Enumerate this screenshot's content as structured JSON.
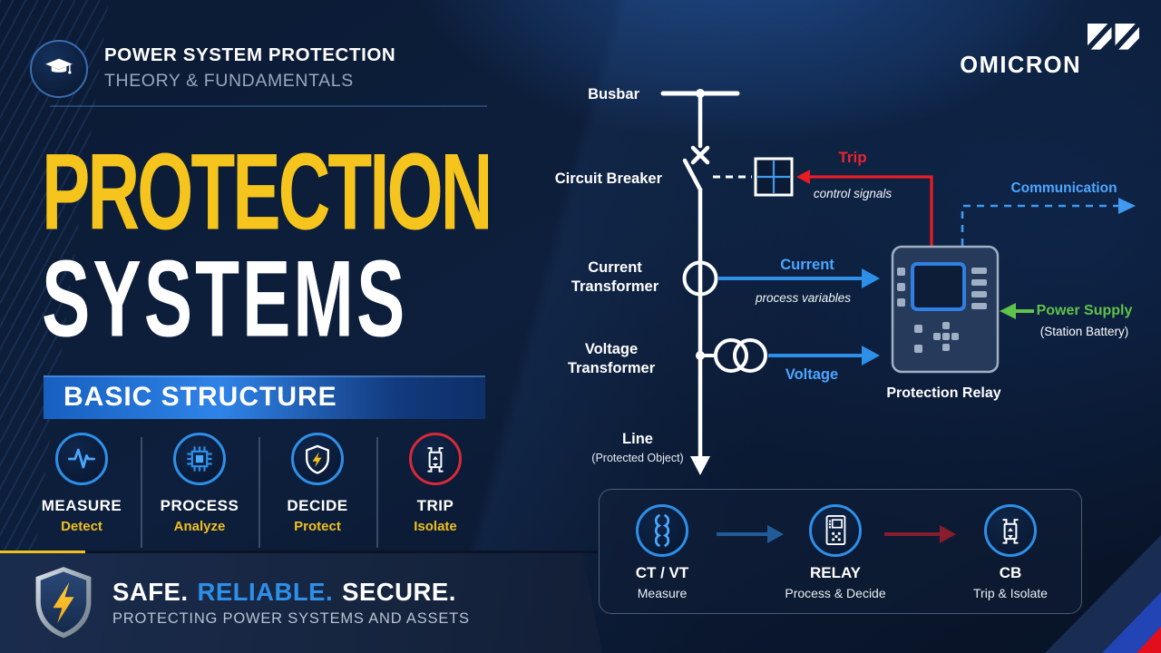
{
  "header": {
    "icon": "graduation-cap-icon",
    "title": "POWER SYSTEM PROTECTION",
    "subtitle": "THEORY & FUNDAMENTALS"
  },
  "brand": {
    "name": "OMICRON",
    "icon": "omicron-quotes-logo"
  },
  "title": {
    "line1": "PROTECTION",
    "line2": "SYSTEMS",
    "badge": "BASIC STRUCTURE"
  },
  "steps": [
    {
      "label": "MEASURE",
      "sublabel": "Detect",
      "icon": "waveform-icon",
      "ring_color": "#2e8fe8"
    },
    {
      "label": "PROCESS",
      "sublabel": "Analyze",
      "icon": "processor-chip-icon",
      "ring_color": "#2e8fe8"
    },
    {
      "label": "DECIDE",
      "sublabel": "Protect",
      "icon": "shield-lightning-icon",
      "ring_color": "#2e8fe8"
    },
    {
      "label": "TRIP",
      "sublabel": "Isolate",
      "icon": "circuit-breaker-icon",
      "ring_color": "#d6293a"
    }
  ],
  "diagram": {
    "busbar_label": "Busbar",
    "circuit_breaker_label": "Circuit Breaker",
    "current_transformer_label_line1": "Current",
    "current_transformer_label_line2": "Transformer",
    "voltage_transformer_label_line1": "Voltage",
    "voltage_transformer_label_line2": "Transformer",
    "line_label": "Line",
    "line_sublabel": "(Protected Object)",
    "trip_label": "Trip",
    "trip_sublabel": "control signals",
    "current_signal_label": "Current",
    "process_variables_label": "process variables",
    "voltage_signal_label": "Voltage",
    "relay_label": "Protection Relay",
    "communication_label": "Communication",
    "power_supply_label": "Power Supply",
    "power_supply_sublabel": "(Station Battery)"
  },
  "flow": {
    "items": [
      {
        "title": "CT / VT",
        "subtitle": "Measure",
        "icon": "transformer-winding-icon"
      },
      {
        "title": "RELAY",
        "subtitle": "Process & Decide",
        "icon": "relay-device-icon"
      },
      {
        "title": "CB",
        "subtitle": "Trip & Isolate",
        "icon": "circuit-breaker-icon"
      }
    ]
  },
  "footer": {
    "icon": "shield-lightning-icon",
    "word1": "SAFE.",
    "word2": "RELIABLE.",
    "word3": "SECURE.",
    "subtitle": "PROTECTING POWER SYSTEMS AND ASSETS"
  },
  "colors": {
    "accent_yellow": "#f5c51d",
    "signal_blue": "#2e8fe8",
    "label_blue": "#4da6ff",
    "trip_red": "#e81c24",
    "power_green": "#5fc24a",
    "ring_red": "#d6293a",
    "background_navy": "#0b1830"
  }
}
